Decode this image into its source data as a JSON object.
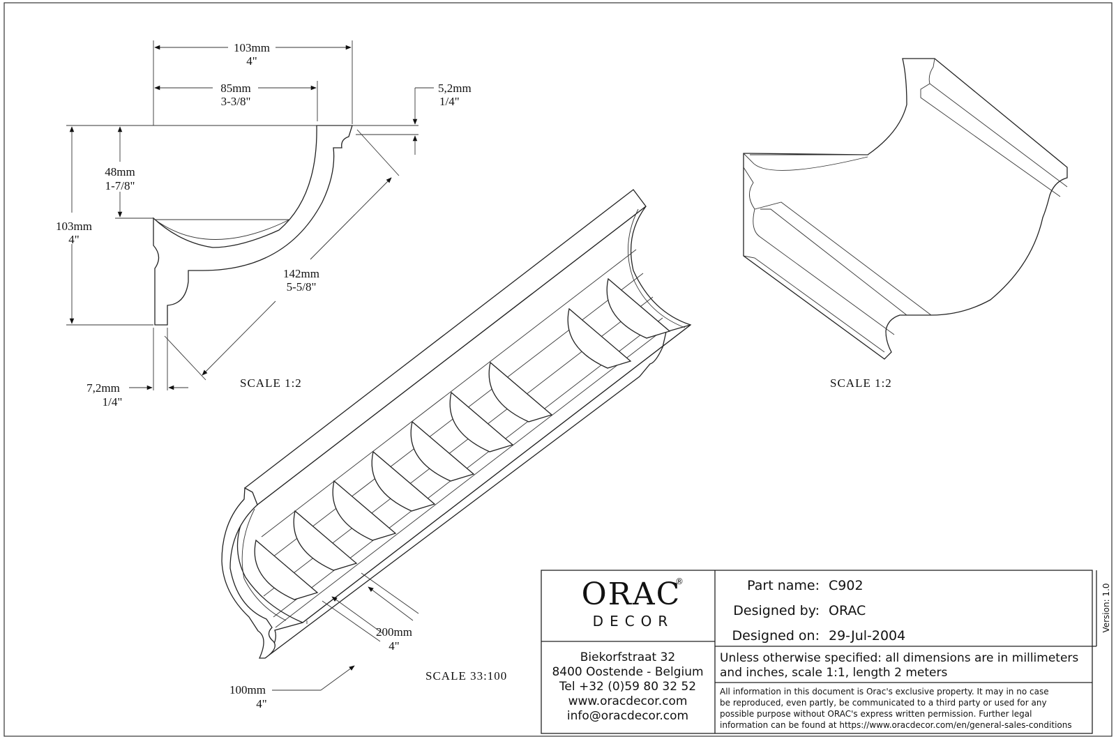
{
  "profile_view": {
    "width_total": {
      "mm": "103mm",
      "inch": "4\""
    },
    "width_inner": {
      "mm": "85mm",
      "inch": "3-3/8\""
    },
    "lip": {
      "mm": "5,2mm",
      "inch": "1/4\""
    },
    "height_total": {
      "mm": "103mm",
      "inch": "4\""
    },
    "height_inner": {
      "mm": "48mm",
      "inch": "1-7/8\""
    },
    "diagonal": {
      "mm": "142mm",
      "inch": "5-5/8\""
    },
    "base": {
      "mm": "7,2mm",
      "inch": "1/4\""
    },
    "scale": "SCALE  1:2"
  },
  "iso_view": {
    "spacing": {
      "mm": "200mm",
      "inch": "4\""
    },
    "offset": {
      "mm": "100mm",
      "inch": "4\""
    },
    "scale": "SCALE  33:100"
  },
  "perspective_view": {
    "scale": "SCALE  1:2"
  },
  "title_block": {
    "brand": "ORAC",
    "brand_mark": "®",
    "brand_sub": "DECOR",
    "address": [
      "Biekorfstraat 32",
      "8400 Oostende - Belgium",
      "Tel  +32 (0)59 80 32 52",
      "www.oracdecor.com",
      "info@oracdecor.com"
    ],
    "part_name_label": "Part name:",
    "part_name": "C902",
    "designed_by_label": "Designed by:",
    "designed_by": "ORAC",
    "designed_on_label": "Designed on:",
    "designed_on": "29-Jul-2004",
    "version": "Version: 1.0",
    "spec_note": [
      "Unless otherwise specified: all dimensions are in millimeters",
      "and inches, scale 1:1, length 2 meters"
    ],
    "legal": [
      "All information in this document is Orac's exclusive property.  It may in no case",
      "be reproduced, even partly, be communicated to a third party or used for any",
      "possible purpose without ORAC's express written permission. Further legal",
      "information can be found at https://www.oracdecor.com/en/general-sales-conditions"
    ]
  }
}
